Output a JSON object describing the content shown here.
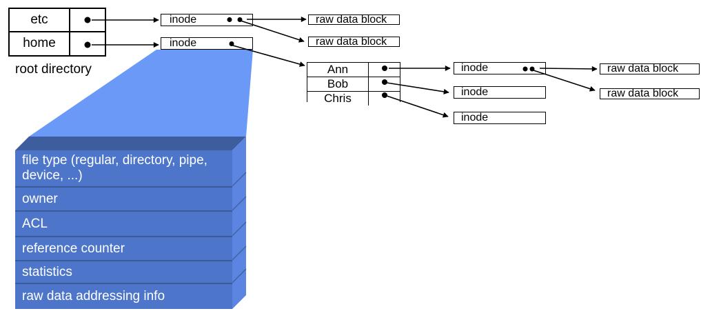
{
  "root_directory": {
    "label": "root directory",
    "rows": [
      {
        "name": "etc"
      },
      {
        "name": "home"
      }
    ]
  },
  "home_directory": {
    "rows": [
      {
        "name": "Ann"
      },
      {
        "name": "Bob"
      },
      {
        "name": "Chris"
      }
    ]
  },
  "inodes": {
    "etc": "inode",
    "home": "inode",
    "ann": "inode",
    "bob": "inode",
    "chris": "inode"
  },
  "raw_data_blocks": {
    "etc_block_1": "raw data block",
    "etc_block_2": "raw data block",
    "ann_block_1": "raw data block",
    "ann_block_2": "raw data block"
  },
  "inode_structure": {
    "fields": [
      "file type (regular, directory, pipe, device, ...)",
      "owner",
      "ACL",
      "reference counter",
      "statistics",
      "raw data addressing info"
    ]
  },
  "colors": {
    "funnel": "#6a99f8",
    "stack_front": "#4d76ca",
    "stack_top": "#3d5d9e",
    "stack_side": "#5b85e0",
    "row_divider": "#3a5a9a",
    "line": "#000000"
  }
}
